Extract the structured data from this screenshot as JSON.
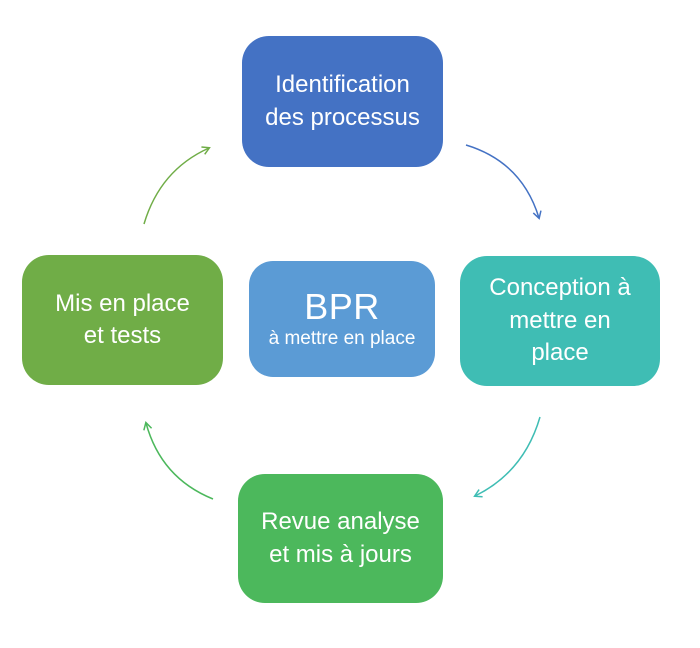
{
  "diagram": {
    "background_color": "#FFFFFF",
    "text_color": "#FFFFFF",
    "center": {
      "title": "BPR",
      "subtitle": "à mettre en place",
      "color": "#5B9BD5"
    },
    "nodes": [
      {
        "id": "top",
        "label": "Identification\ndes processus",
        "color": "#4472C4"
      },
      {
        "id": "right",
        "label": "Conception à\nmettre en\nplace",
        "color": "#3FBDB4"
      },
      {
        "id": "bottom",
        "label": "Revue analyse\net mis à jours",
        "color": "#4CB85C"
      },
      {
        "id": "left",
        "label": "Mis en place\net tests",
        "color": "#70AD47"
      }
    ],
    "arrows": [
      {
        "from": "top",
        "to": "right",
        "color": "#4472C4"
      },
      {
        "from": "right",
        "to": "bottom",
        "color": "#3FBDB4"
      },
      {
        "from": "bottom",
        "to": "left",
        "color": "#4CB85C"
      },
      {
        "from": "left",
        "to": "top",
        "color": "#70AD47"
      }
    ]
  }
}
